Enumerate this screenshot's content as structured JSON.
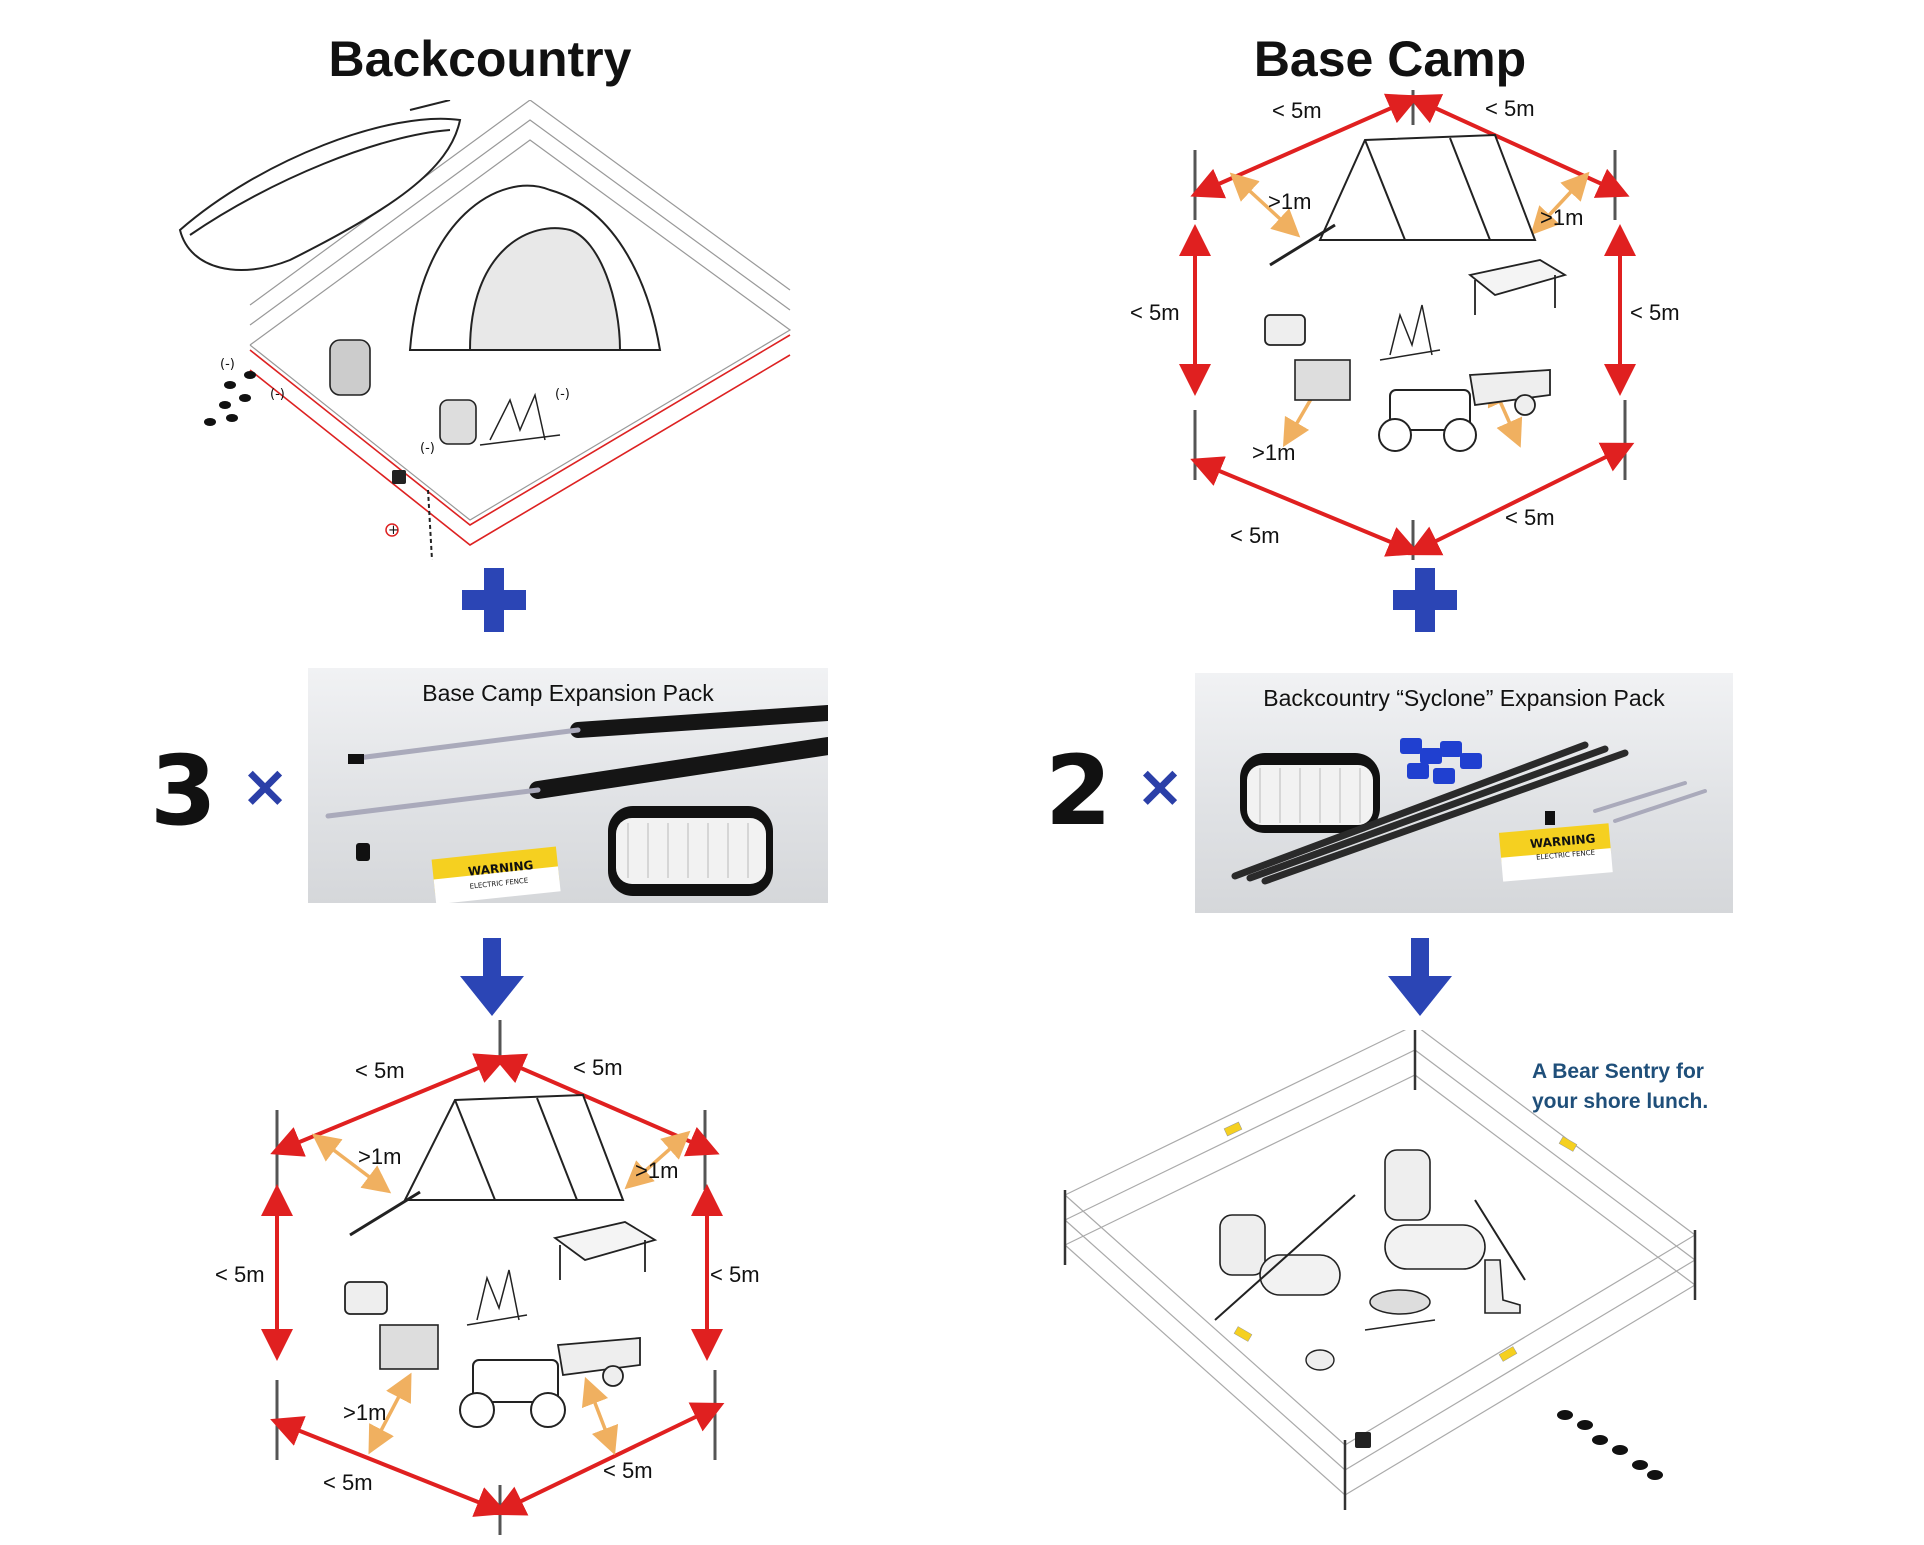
{
  "titles": {
    "left": "Backcountry",
    "right": "Base Camp"
  },
  "multipliers": {
    "left_count": "3",
    "right_count": "2",
    "symbol": "×"
  },
  "packs": {
    "left_title": "Base Camp Expansion Pack",
    "right_title": "Backcountry “Syclone” Expansion Pack",
    "warning_text": "WARNING",
    "warning_sub": "ELECTRIC FENCE"
  },
  "distance_labels": {
    "lt5": "< 5m",
    "gt1": ">1m"
  },
  "polarity": {
    "minus": "(-)",
    "plus": "+"
  },
  "tagline": {
    "line1": "A Bear Sentry for",
    "line2": "your shore lunch."
  },
  "colors": {
    "perimeter_arrow": "#e02020",
    "clearance_arrow": "#f0b060",
    "connector": "#2b45b5",
    "tagline": "#1f4f7a"
  }
}
